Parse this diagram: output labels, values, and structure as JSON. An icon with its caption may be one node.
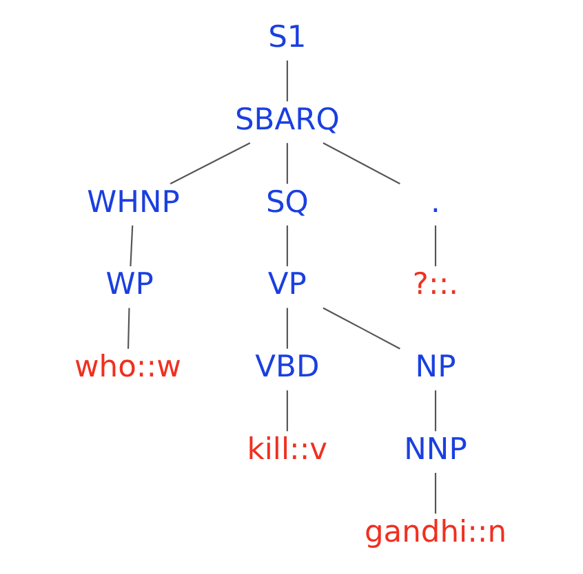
{
  "diagram": {
    "nodes": [
      {
        "text": [
          "S1"
        ]
      },
      {
        "text": [
          "SBARQ"
        ]
      },
      {
        "text": [
          "WHNP"
        ]
      },
      {
        "text": [
          "SQ"
        ]
      },
      {
        "text": [
          "."
        ]
      },
      {
        "text": [
          "WP"
        ]
      },
      {
        "text": [
          "VP"
        ]
      },
      {
        "text": [
          "?::."
        ]
      },
      {
        "text": [
          "who::w"
        ]
      },
      {
        "text": [
          "VBD"
        ]
      },
      {
        "text": [
          "NP"
        ]
      },
      {
        "text": [
          "kill::v"
        ]
      },
      {
        "text": [
          "NNP"
        ]
      },
      {
        "text": [
          "gandhi::n"
        ]
      }
    ],
    "edges": [
      {
        "from": 0,
        "to": 1,
        "arrow": "none"
      },
      {
        "from": 1,
        "to": 2,
        "arrow": "none"
      },
      {
        "from": 1,
        "to": 3,
        "arrow": "none"
      },
      {
        "from": 1,
        "to": 4,
        "arrow": "none"
      },
      {
        "from": 2,
        "to": 5,
        "arrow": "none"
      },
      {
        "from": 3,
        "to": 6,
        "arrow": "none"
      },
      {
        "from": 4,
        "to": 7,
        "arrow": "none"
      },
      {
        "from": 5,
        "to": 8,
        "arrow": "none"
      },
      {
        "from": 6,
        "to": 9,
        "arrow": "none"
      },
      {
        "from": 6,
        "to": 10,
        "arrow": "none"
      },
      {
        "from": 9,
        "to": 11,
        "arrow": "none"
      },
      {
        "from": 10,
        "to": 12,
        "arrow": "none"
      },
      {
        "from": 12,
        "to": 13,
        "arrow": "none"
      }
    ]
  }
}
